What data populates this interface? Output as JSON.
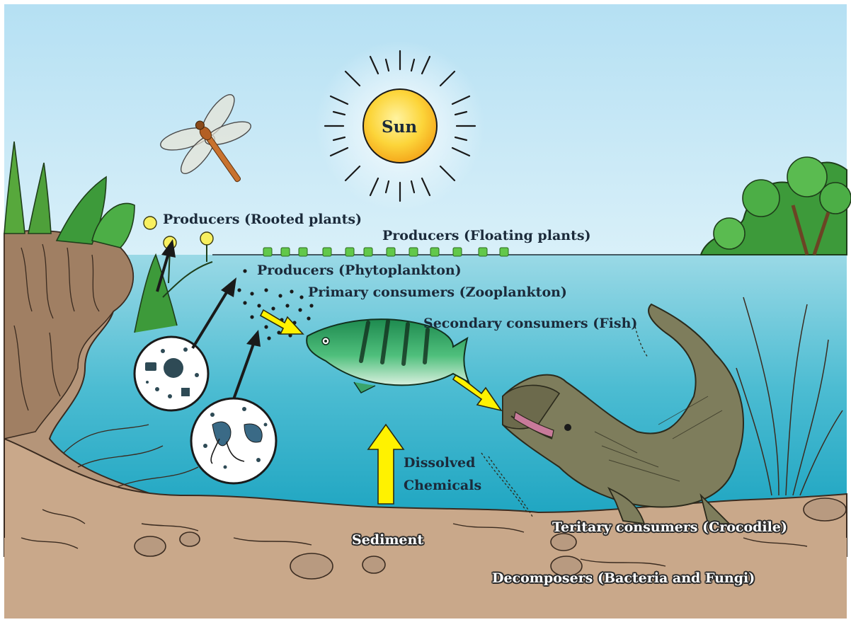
{
  "labels": {
    "sun": "Sun",
    "rooted_plants": "Producers (Rooted plants)",
    "floating_plants": "Producers (Floating plants)",
    "phytoplankton": "Producers (Phytoplankton)",
    "zooplankton": "Primary consumers (Zooplankton)",
    "fish": "Secondary consumers (Fish)",
    "dissolved_line1": "Dissolved",
    "dissolved_line2": "Chemicals",
    "sediment": "Sediment",
    "crocodile": "Teritary consumers (Crocodile)",
    "decomposers": "Decomposers (Bacteria and Fungi)"
  },
  "colors": {
    "sky_top": "#b7e1f4",
    "sky_bottom": "#d6eff9",
    "water_top": "#8fd6e3",
    "water_bottom": "#17a6c2",
    "sediment": "#c9a88a",
    "sun": "#f9c92b",
    "flow_arrow": "#fff200",
    "fish": "#3aa56a",
    "crocodile": "#7e7d5c",
    "floating_plant": "#62c84a"
  }
}
